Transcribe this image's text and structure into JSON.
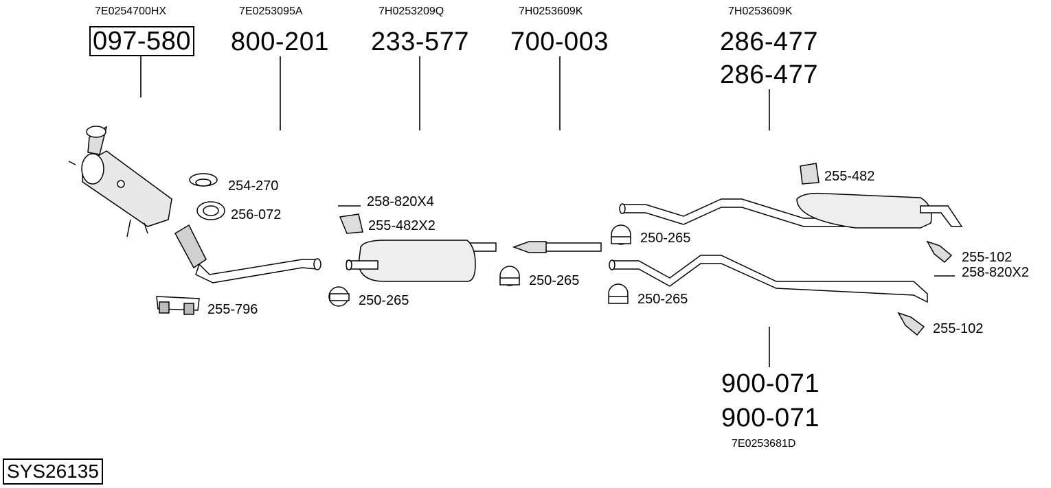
{
  "system_code": "SYS26135",
  "assemblies": [
    {
      "oem": "7E0254700HX",
      "parts": [
        "097-580"
      ]
    },
    {
      "oem": "7E0253095A",
      "parts": [
        "800-201"
      ]
    },
    {
      "oem": "7H0253209Q",
      "parts": [
        "233-577"
      ]
    },
    {
      "oem": "7H0253609K",
      "parts": [
        "700-003"
      ]
    },
    {
      "oem": "7H0253609K",
      "parts": [
        "286-477",
        "286-477"
      ]
    },
    {
      "oem": "7E0253681D",
      "parts": [
        "900-071",
        "900-071"
      ]
    }
  ],
  "fittings": [
    "254-270",
    "256-072",
    "255-796",
    "258-820X4",
    "255-482X2",
    "250-265",
    "250-265",
    "250-265",
    "250-265",
    "255-482",
    "255-102",
    "258-820X2",
    "255-102"
  ]
}
